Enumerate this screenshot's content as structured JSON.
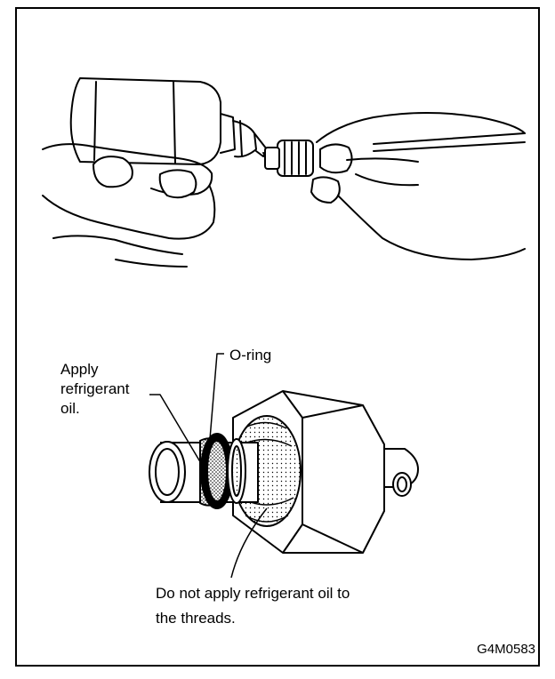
{
  "figure": {
    "labels": {
      "apply_oil": "Apply\nrefrigerant\noil.",
      "o_ring": "O-ring",
      "threads_note": "Do not apply refrigerant oil to\nthe threads.",
      "figure_code": "G4M0583"
    },
    "illustrations": [
      "hands-applying-oil-icon",
      "pipe-fitting-o-ring-icon"
    ]
  }
}
